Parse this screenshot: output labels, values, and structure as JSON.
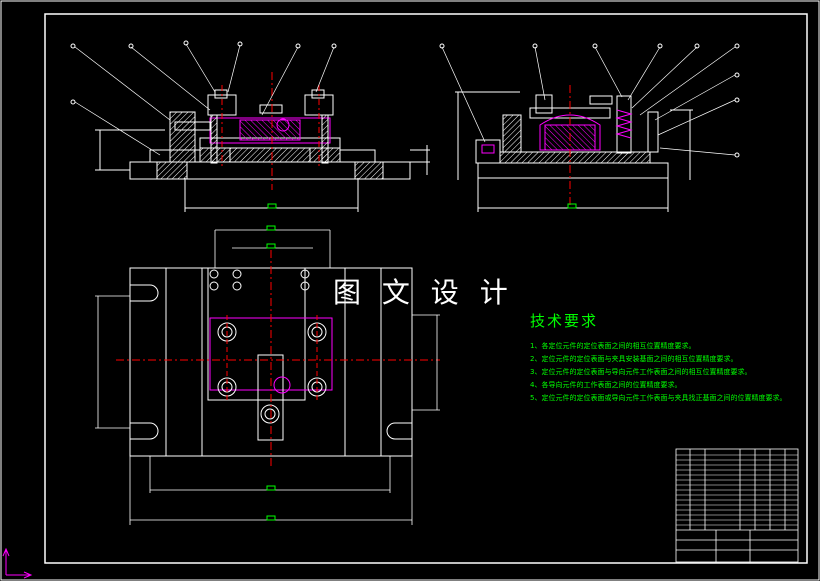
{
  "drawing": {
    "overlay_title": "图 文 设 计",
    "technical_requirements": {
      "heading": "技术要求",
      "items": [
        "1、各定位元件的定位表面之间的相互位置精度要求。",
        "2、定位元件的定位表面与夹具安装基面之间的相互位置精度要求。",
        "3、定位元件的定位表面与导向元件工作表面之间的相互位置精度要求。",
        "4、各导向元件的工作表面之间的位置精度要求。",
        "5、定位元件的定位表面或导向元件工作表面与夹具找正基面之间的位置精度要求。"
      ]
    },
    "colors": {
      "background": "#000000",
      "outline": "#ffffff",
      "hatch": "#ffffff",
      "center_line": "#ff0000",
      "part_outline": "#ff00ff",
      "dimension": "#00ff00",
      "leader": "#ffffff"
    }
  }
}
